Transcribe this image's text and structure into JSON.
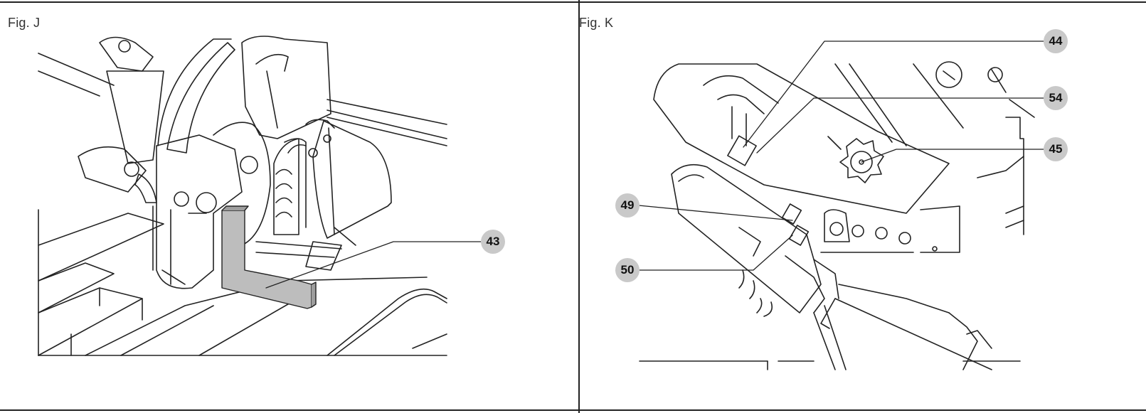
{
  "figures": [
    {
      "label": "Fig. J",
      "callouts": [
        "43"
      ]
    },
    {
      "label": "Fig. K",
      "callouts": [
        "44",
        "54",
        "45",
        "49",
        "50"
      ]
    }
  ],
  "colors": {
    "line": "#222222",
    "callout_fill": "#c9c9c9",
    "square_fill": "#bdbdbd"
  }
}
